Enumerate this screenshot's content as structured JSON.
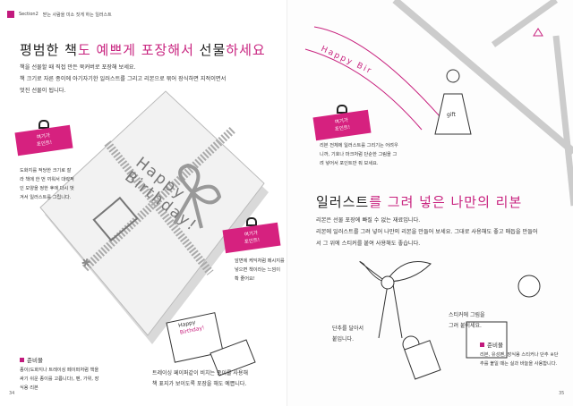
{
  "header": {
    "section": "Section2",
    "subtitle": "받는 사람을 미소 짓게 하는 일러스트"
  },
  "left": {
    "title": {
      "part1": "평범한 책",
      "part2": "도 예쁘게 포장해서",
      "part3": " 선물",
      "part4": "하세요"
    },
    "body": [
      "책을 선물할 때 직접 만든 북커버로 포장해 보세요.",
      "책 크기로 자른 종이에 아기자기한 일러스트를 그리고 리본으로 묶어 장식하면 지적이면서",
      "멋진 선물이 됩니다."
    ],
    "book_text": "Happy Birthday!",
    "tip1": {
      "badge": [
        "여기가",
        "포인트!"
      ],
      "text": "도화지를 적당한 크기로 잘라 책에 한 번 끼워서 대략적인 모양을 정한 후에 다시 벗겨서 일러스트를 그립니다."
    },
    "tip2": {
      "badge": [
        "여기가",
        "포인트!"
      ],
      "text": "앞면에 케익처럼 메시지를 넣으면 책이라는 느낌이 확 줄어요!"
    },
    "card_text": [
      "Happy",
      "Birthday!"
    ],
    "caption": [
      "트레이싱 페이퍼같이 비치는 종이를 사용해",
      "책 표지가 보이도록 포장을 해도 예쁩니다."
    ],
    "materials": {
      "label": "준비물",
      "text": "종이(도화지나 트레이싱 페이퍼처럼 책을 싸기 쉬운 종이를 고릅니다), 펜, 가위, 장식용 리본"
    },
    "page_number": "34"
  },
  "right": {
    "ribbon_text": "Happy Bir",
    "gift_text": "gift",
    "tip3": {
      "badge": [
        "여기가",
        "포인트!"
      ],
      "text": "리본 전체에 일러스트를 그리기는 어려우니까, 기호나 마크처럼 단순한 그림을 그려 넣어서 포인트만 줘 보세요."
    },
    "title": {
      "part1": "일러스트",
      "part2": "를 그려 넣은 나만의 리본"
    },
    "body": [
      "리본은 선물 포장에 빠질 수 없는 재료입니다.",
      "리본에 일러스트를 그려 넣어 나만의 리본을 만들어 보세요. 그대로 사용해도 좋고 매듭을 만들어",
      "서 그 위에 스티커를 붙여 사용해도 좋습니다."
    ],
    "note1": [
      "단추를 달아서",
      "붙입니다."
    ],
    "note2": [
      "스티커에 그림을",
      "그려 붙이세요."
    ],
    "materials": {
      "label": "준비물",
      "text": "리본, 유성펜, 장식용 스티커나 단추 ※단추를 붙일 때는 실과 바늘을 사용합니다."
    },
    "page_number": "35"
  },
  "colors": {
    "accent": "#c8237f",
    "badge": "#d6217f"
  }
}
